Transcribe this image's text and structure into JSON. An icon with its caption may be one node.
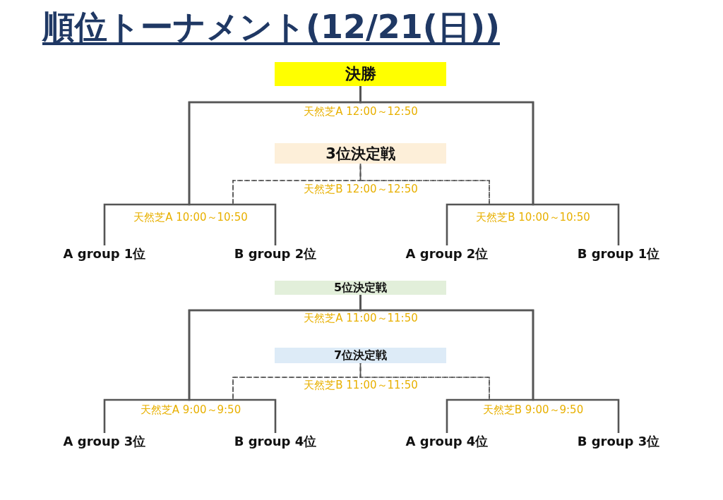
{
  "diagram": {
    "title": "順位トーナメント(12/21(日))",
    "nodes": [
      {
        "text": [
          "決勝"
        ]
      },
      {
        "text": [
          "3位決定戦"
        ]
      },
      {
        "text": [
          "A group 1位"
        ]
      },
      {
        "text": [
          "B group 2位"
        ]
      },
      {
        "text": [
          "A group 2位"
        ]
      },
      {
        "text": [
          "B group 1位"
        ]
      },
      {
        "text": [
          "5位決定戦"
        ]
      },
      {
        "text": [
          "7位決定戦"
        ]
      },
      {
        "text": [
          "A group 3位"
        ]
      },
      {
        "text": [
          "B group 4位"
        ]
      },
      {
        "text": [
          "A group 4位"
        ]
      },
      {
        "text": [
          "B group 3位"
        ]
      }
    ],
    "edges": [
      {
        "from": 2,
        "to": 1,
        "arrow": "none",
        "style": "dashed"
      },
      {
        "from": 3,
        "to": 1,
        "arrow": "none",
        "style": "dashed"
      },
      {
        "from": 4,
        "to": 1,
        "arrow": "none",
        "style": "dashed"
      },
      {
        "from": 5,
        "to": 1,
        "arrow": "none",
        "style": "dashed"
      },
      {
        "from": 2,
        "to": 0,
        "arrow": "none"
      },
      {
        "from": 3,
        "to": 0,
        "arrow": "none"
      },
      {
        "from": 4,
        "to": 0,
        "arrow": "none"
      },
      {
        "from": 5,
        "to": 0,
        "arrow": "none"
      },
      {
        "from": 8,
        "to": 7,
        "arrow": "none",
        "style": "dashed"
      },
      {
        "from": 9,
        "to": 7,
        "arrow": "none",
        "style": "dashed"
      },
      {
        "from": 10,
        "to": 7,
        "arrow": "none",
        "style": "dashed"
      },
      {
        "from": 11,
        "to": 7,
        "arrow": "none",
        "style": "dashed"
      },
      {
        "from": 8,
        "to": 6,
        "arrow": "none"
      },
      {
        "from": 9,
        "to": 6,
        "arrow": "none"
      },
      {
        "from": 10,
        "to": 6,
        "arrow": "none"
      },
      {
        "from": 11,
        "to": 6,
        "arrow": "none"
      }
    ],
    "labels": [
      "天然芝A 12:00～12:50",
      "天然芝B 12:00～12:50",
      "天然芝A 10:00～10:50",
      "天然芝B 10:00～10:50",
      "天然芝A 11:00～11:50",
      "天然芝B 11:00～11:50",
      "天然芝A 9:00～9:50",
      "天然芝B 9:00～9:50"
    ]
  }
}
